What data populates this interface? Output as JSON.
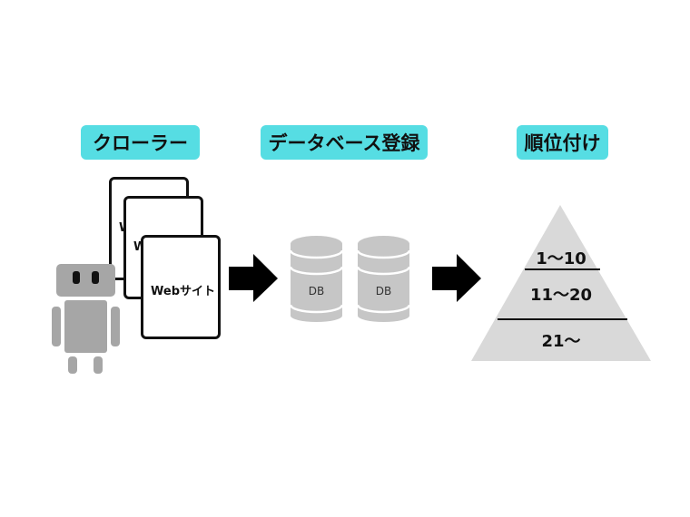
{
  "labels": {
    "crawler": "クローラー",
    "database": "データベース登録",
    "ranking": "順位付け"
  },
  "pages": {
    "back_text": "W",
    "mid_text": "W",
    "front_text": "Webサイト"
  },
  "databases": [
    {
      "label": "DB"
    },
    {
      "label": "DB"
    }
  ],
  "pyramid": {
    "tiers": [
      "1～10",
      "11～20",
      "21～"
    ]
  },
  "colors": {
    "accent": "#56dde3",
    "robot": "#a6a6a6",
    "db": "#c6c6c6",
    "pyramid": "#d9d9d9"
  },
  "icons": [
    "robot-icon",
    "arrow-right-icon",
    "database-icon",
    "pyramid-icon"
  ]
}
